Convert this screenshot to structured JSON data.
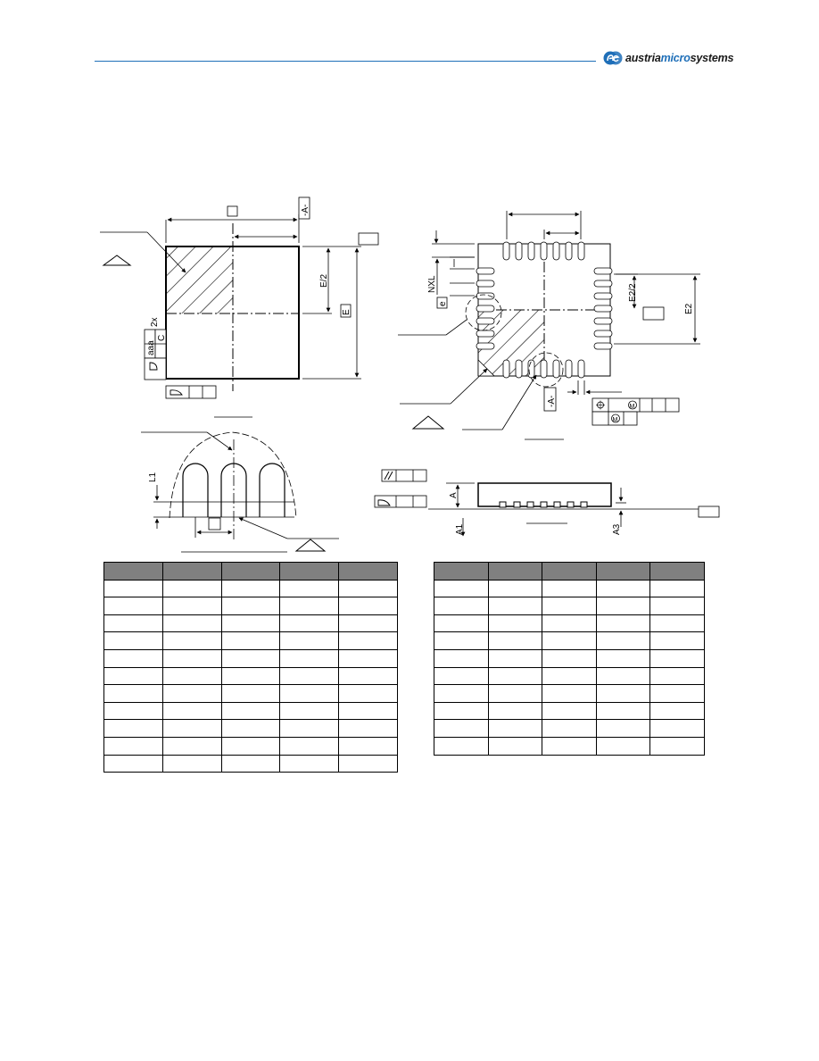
{
  "header": {
    "accent_color": "#1f6fb8",
    "logo": {
      "icon": "ae-monogram-icon",
      "text_part1": "austria",
      "text_part2": "micro",
      "text_part3": "systems"
    }
  },
  "drawings": {
    "top_view": {
      "datum_label": "-A-",
      "dim_e_half": "E/2",
      "dim_e": "E",
      "dim_2x": "2x",
      "tolerance_aaa": "aaa",
      "tolerance_c": "C"
    },
    "bottom_view": {
      "dim_nxl": "NXL",
      "dim_e2_half": "E2/2",
      "dim_e2": "E2",
      "datum_label": "-A-",
      "symbol_e": "e",
      "symbol_m": "M"
    },
    "detail_view": {
      "dim_l1": "L1"
    },
    "side_view": {
      "dim_a": "A",
      "dim_a1": "A1",
      "dim_a3": "A3"
    }
  },
  "tables": {
    "left": {
      "columns": 5,
      "body_rows": 11
    },
    "right": {
      "columns": 5,
      "body_rows": 10
    }
  }
}
